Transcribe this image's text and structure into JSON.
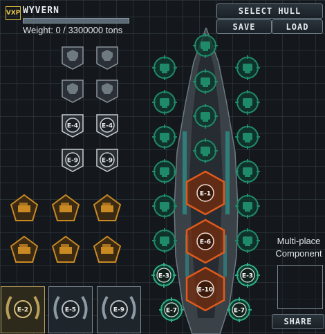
{
  "header": {
    "badge": "VXP",
    "ship_name": "WYVERN",
    "weight_text": "Weight: 0 / 3300000 tons",
    "weight_fraction": 0
  },
  "buttons": {
    "select_hull": "SELECT HULL",
    "save": "SAVE",
    "load": "LOAD",
    "share": "SHARE"
  },
  "multi_place": {
    "line1": "Multi-place",
    "line2": "Component"
  },
  "left_shields": {
    "row3": [
      "E-4",
      "E-4"
    ],
    "row4": [
      "E-9",
      "E-9"
    ]
  },
  "hardpoints": {
    "hex_labels": [
      "E-1",
      "E-6",
      "E-10"
    ],
    "side_labels": [
      "E-3",
      "E-3",
      "E-7",
      "E-7"
    ]
  },
  "bottom_cards": [
    "E-2",
    "E-5",
    "E-9"
  ],
  "colors": {
    "slot_green": "#1f8a6a",
    "hex_orange": "#e05a1c",
    "pentagon_gold": "#c98a24",
    "shield_silver": "#c7cdd1",
    "card_gold": "#b9a05a"
  }
}
